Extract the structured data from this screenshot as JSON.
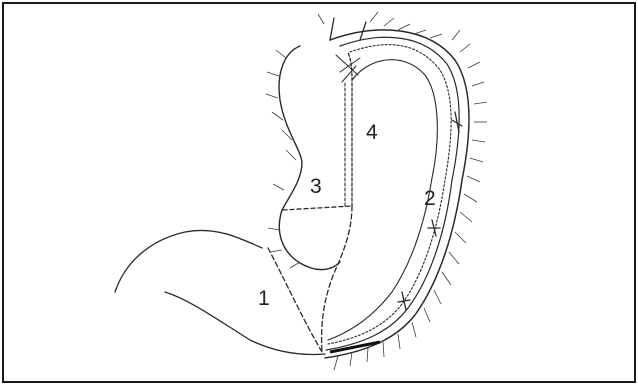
{
  "diagram": {
    "labels": [
      {
        "id": "1",
        "text": "1"
      },
      {
        "id": "2",
        "text": "2"
      },
      {
        "id": "3",
        "text": "3"
      },
      {
        "id": "4",
        "text": "4"
      }
    ],
    "colors": {
      "ink": "#2a2a2a",
      "border": "#1a1a1a",
      "background": "#ffffff"
    }
  }
}
